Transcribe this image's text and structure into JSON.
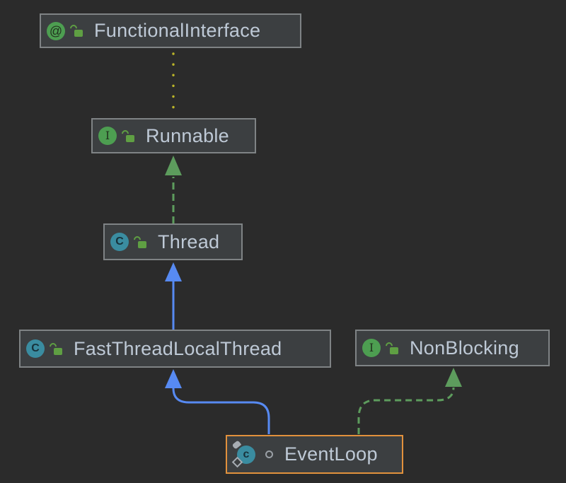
{
  "diagram": {
    "type": "uml-class-diagram",
    "tool": "IntelliJ IDEA diagram view",
    "theme": {
      "background": "#2b2b2b",
      "node_fill": "#3c3f41",
      "node_border": "#7f8385",
      "node_text": "#bec9d6",
      "selection_border": "#e2913c",
      "extends_edge": "#578af2",
      "implements_edge": "#5d9c5d",
      "annotation_edge": "#bbb529",
      "class_icon": "#3a8ca0",
      "interface_icon": "#4d9e51",
      "annotation_icon": "#4d9e51",
      "public_lock_icon": "#5f9f43"
    },
    "nodes": [
      {
        "id": "functional-interface",
        "label": "FunctionalInterface",
        "kind": "annotation",
        "visibility": "public",
        "selected": false
      },
      {
        "id": "runnable",
        "label": "Runnable",
        "kind": "interface",
        "visibility": "public",
        "selected": false
      },
      {
        "id": "thread",
        "label": "Thread",
        "kind": "class",
        "visibility": "public",
        "selected": false
      },
      {
        "id": "fast-thread-local-thread",
        "label": "FastThreadLocalThread",
        "kind": "class",
        "visibility": "public",
        "selected": false
      },
      {
        "id": "non-blocking",
        "label": "NonBlocking",
        "kind": "interface",
        "visibility": "public",
        "selected": false
      },
      {
        "id": "event-loop",
        "label": "EventLoop",
        "kind": "class",
        "visibility": "package-private",
        "selected": true
      }
    ],
    "edges": [
      {
        "from": "runnable",
        "to": "functional-interface",
        "type": "annotated-by",
        "style": "dotted",
        "color": "#bbb529",
        "arrowhead": "none"
      },
      {
        "from": "thread",
        "to": "runnable",
        "type": "implements",
        "style": "dashed",
        "color": "#5d9c5d",
        "arrowhead": "triangle"
      },
      {
        "from": "fast-thread-local-thread",
        "to": "thread",
        "type": "extends",
        "style": "solid",
        "color": "#578af2",
        "arrowhead": "triangle"
      },
      {
        "from": "event-loop",
        "to": "fast-thread-local-thread",
        "type": "extends",
        "style": "solid",
        "color": "#578af2",
        "arrowhead": "triangle"
      },
      {
        "from": "event-loop",
        "to": "non-blocking",
        "type": "implements",
        "style": "dashed",
        "color": "#5d9c5d",
        "arrowhead": "triangle"
      }
    ]
  }
}
